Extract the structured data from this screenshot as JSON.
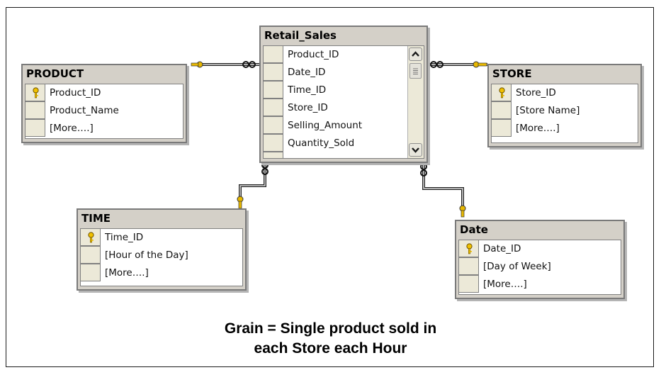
{
  "tables": {
    "product": {
      "title": "PRODUCT",
      "rows": [
        "Product_ID",
        "Product_Name",
        "[More….]"
      ]
    },
    "retail_sales": {
      "title": "Retail_Sales",
      "rows": [
        "Product_ID",
        "Date_ID",
        "Time_ID",
        "Store_ID",
        "Selling_Amount",
        "Quantity_Sold"
      ]
    },
    "store": {
      "title": "STORE",
      "rows": [
        "Store_ID",
        "[Store Name]",
        "[More….]"
      ]
    },
    "time": {
      "title": "TIME",
      "rows": [
        "Time_ID",
        "[Hour of the Day]",
        "[More….]"
      ]
    },
    "date": {
      "title": "Date",
      "rows": [
        "Date_ID",
        "[Day of Week]",
        "[More….]"
      ]
    }
  },
  "caption": {
    "line1": "Grain = Single product sold in",
    "line2": "each Store each Hour"
  },
  "colors": {
    "key": "#f0c000",
    "table_bg": "#d4d0c8",
    "connector": "#333333"
  },
  "icons": {
    "primary_key": "key-icon",
    "scroll_up": "chevron-up-icon",
    "scroll_down": "chevron-down-icon"
  }
}
